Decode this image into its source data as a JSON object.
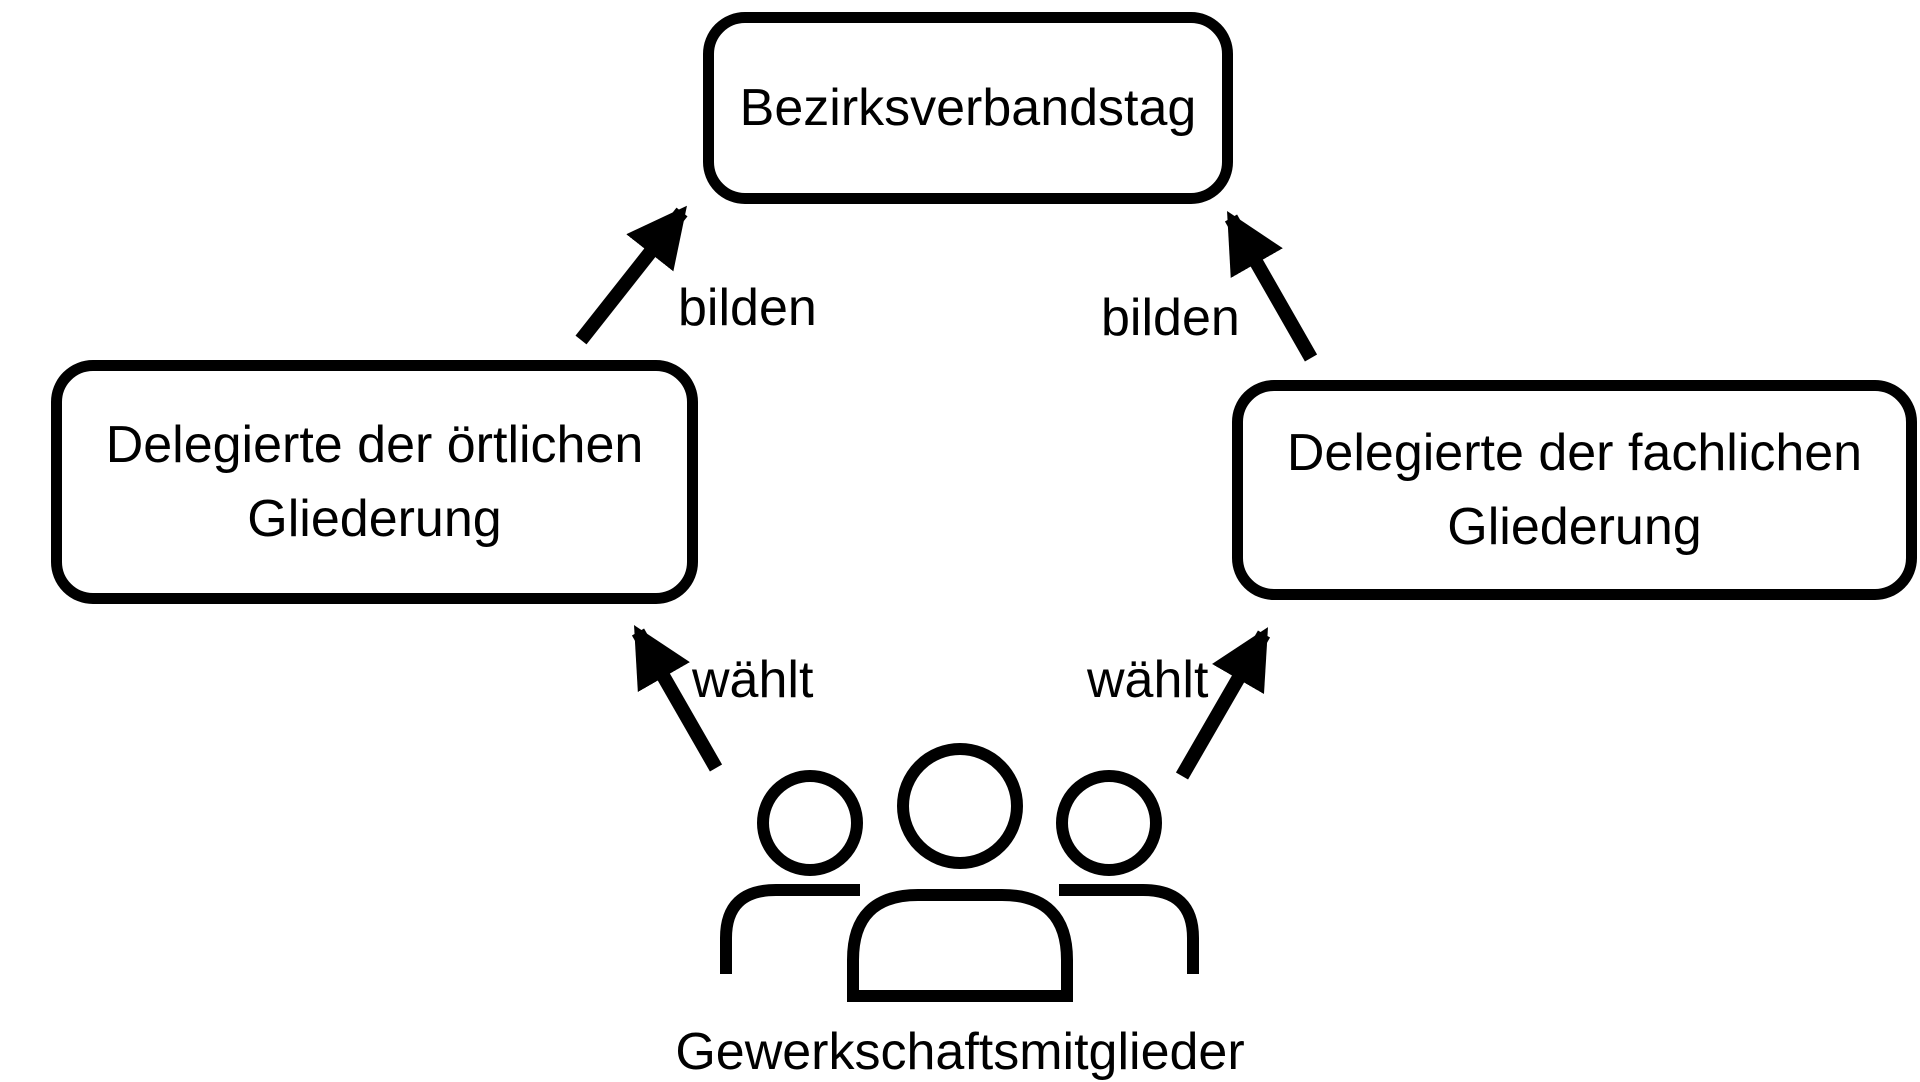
{
  "nodes": {
    "top": {
      "lines": [
        "Bezirksverbandstag"
      ]
    },
    "left": {
      "lines": [
        "Delegierte der örtlichen",
        "Gliederung"
      ]
    },
    "right": {
      "lines": [
        "Delegierte der fachlichen",
        "Gliederung"
      ]
    }
  },
  "edges": {
    "left_to_top": "bilden",
    "right_to_top": "bilden",
    "members_to_left": "wählt",
    "members_to_right": "wählt"
  },
  "members": {
    "label": "Gewerkschaftsmitglieder",
    "icon": "people-group-icon"
  },
  "colors": {
    "stroke": "#000000",
    "background": "#ffffff"
  }
}
